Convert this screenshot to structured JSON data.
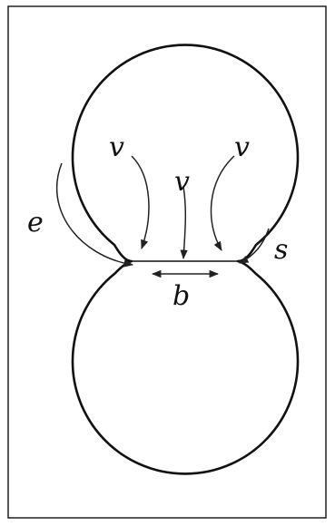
{
  "labels": {
    "v_left": "v",
    "v_center": "v",
    "v_right": "v",
    "e": "e",
    "s": "s",
    "b": "b"
  }
}
